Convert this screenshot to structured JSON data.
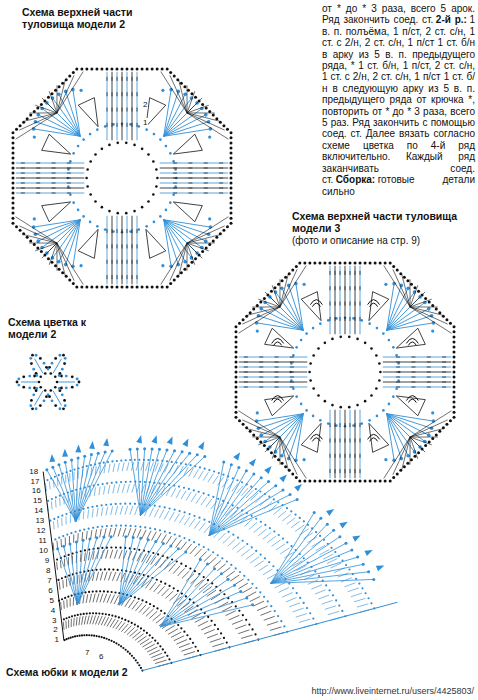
{
  "diagram": {
    "labels": [
      "Схема верхней части туловища модели 2",
      "от * до * 3 раза, всего 5 арок. Ряд закончить соед. ст.",
      "2-й р.:",
      "1 в. п. полъёма, 1 п/ст, 2 ст. с/н, 1 ст. с 2/н, 2 ст. с/н, 1 п/ст 1 ст. б/н в арку из 5 в. п. предыдущего ряда, * 1 ст. б/н, 1 п/ст, 2 ст. с/н, 1 ст. с 2/н, 2 ст. с/н, 1 п/ст 1 ст. б/н в следующую арку из 5 в. п. предыдущего ряда от крючка *, повторить от * до * 3 раза, всего 5 раз. Ряд закончить с помощью соед. ст. Далее вязать согласно схеме цветка по 4-й ряд включительно. Каждый ряд заканчивать соед. ст.",
      "Сборка:",
      "готовые детали сильно",
      "Схема верхней части туловища модели 3",
      "(фото и описание на стр. 9)",
      "Схема цветка к модели 2",
      "Схема юбки к модели 2",
      "1",
      "2",
      "1",
      "2",
      "3",
      "4",
      "5",
      "6",
      "7",
      "8",
      "9",
      "10",
      "11",
      "12",
      "13",
      "14",
      "15",
      "16",
      "17",
      "18",
      "7",
      "6",
      "http://www.liveinternet.ru/users/4425803/"
    ]
  }
}
